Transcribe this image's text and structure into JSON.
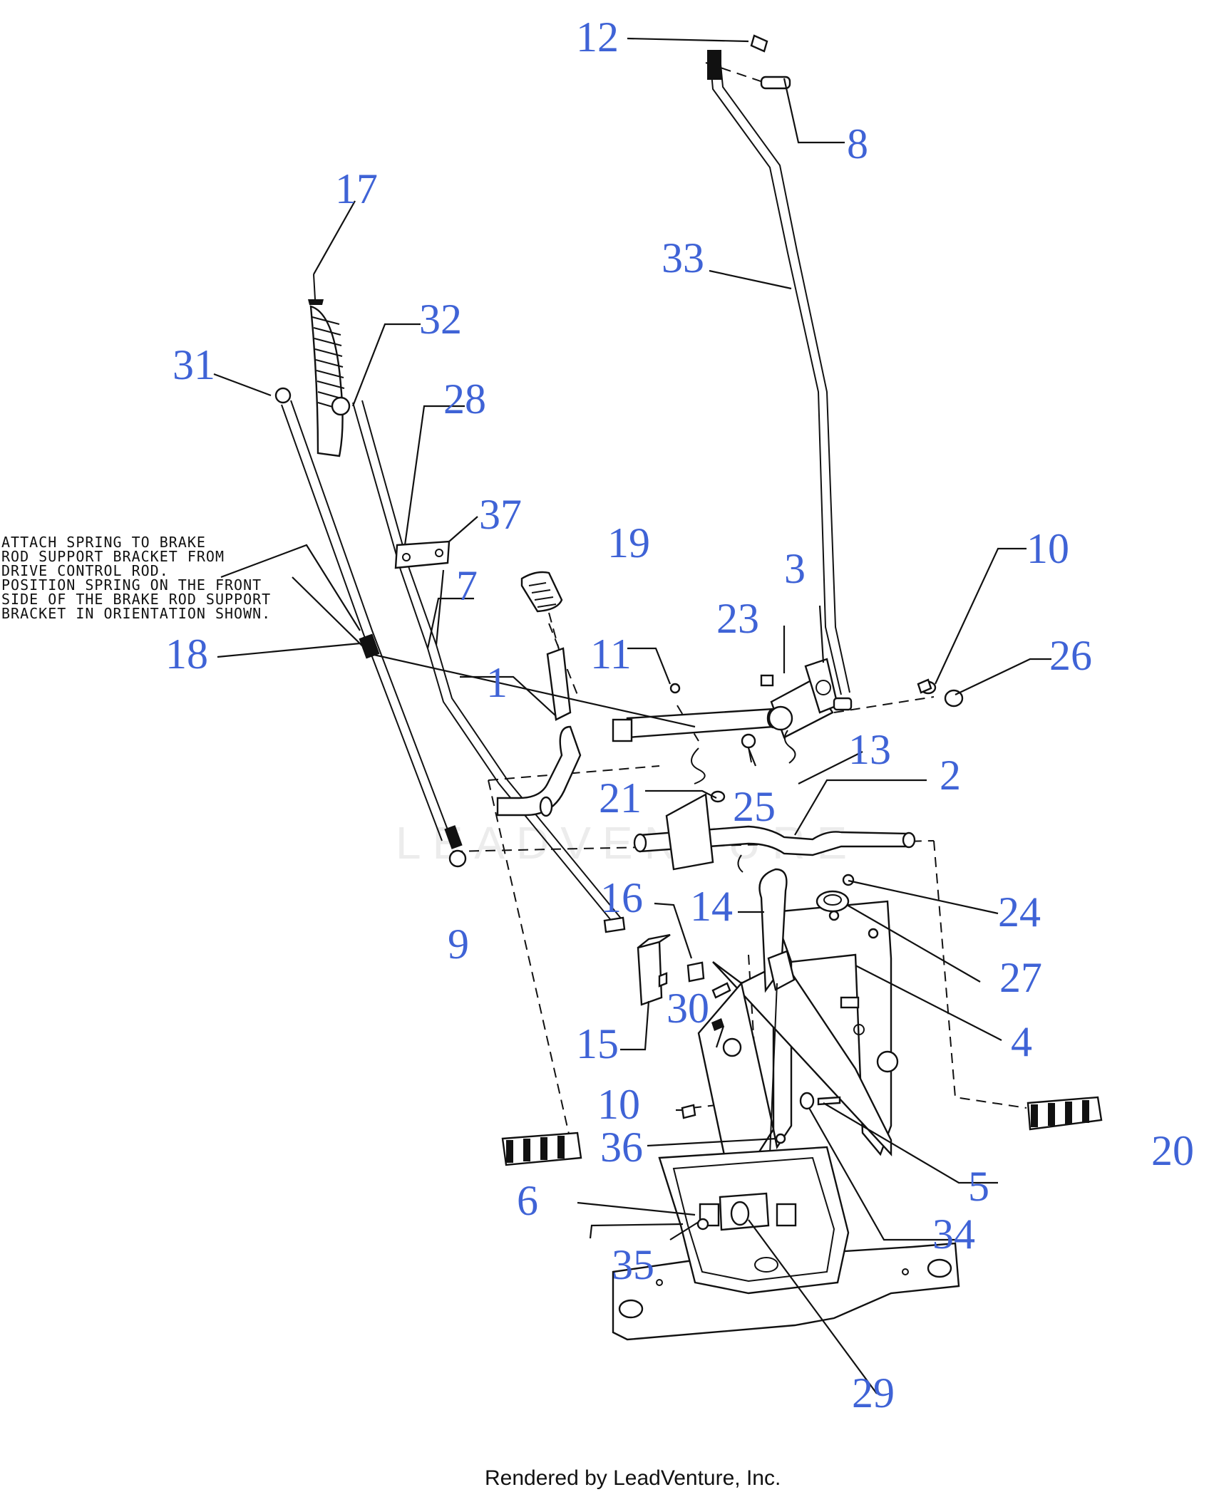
{
  "diagram": {
    "callouts": {
      "c1": "1",
      "c2": "2",
      "c3": "3",
      "c4": "4",
      "c5": "5",
      "c6": "6",
      "c7": "7",
      "c8": "8",
      "c9": "9",
      "c10a": "10",
      "c10b": "10",
      "c11": "11",
      "c12": "12",
      "c13": "13",
      "c14": "14",
      "c15": "15",
      "c16": "16",
      "c17": "17",
      "c18": "18",
      "c19": "19",
      "c20": "20",
      "c21": "21",
      "c23": "23",
      "c24": "24",
      "c25": "25",
      "c26": "26",
      "c27": "27",
      "c28": "28",
      "c29": "29",
      "c30": "30",
      "c31": "31",
      "c32": "32",
      "c33": "33",
      "c34": "34",
      "c35": "35",
      "c36": "36",
      "c37": "37"
    },
    "note_lines": [
      "ATTACH SPRING TO BRAKE",
      "ROD SUPPORT BRACKET FROM",
      "DRIVE CONTROL ROD.",
      "POSITION SPRING ON THE FRONT",
      "SIDE OF THE BRAKE ROD SUPPORT",
      "BRACKET IN ORIENTATION SHOWN."
    ],
    "watermark": "LEADVENTURE",
    "footer": "Rendered by LeadVenture, Inc.",
    "colors": {
      "callout": "#3f63d6",
      "line": "#111111",
      "watermark": "#ececec"
    }
  }
}
